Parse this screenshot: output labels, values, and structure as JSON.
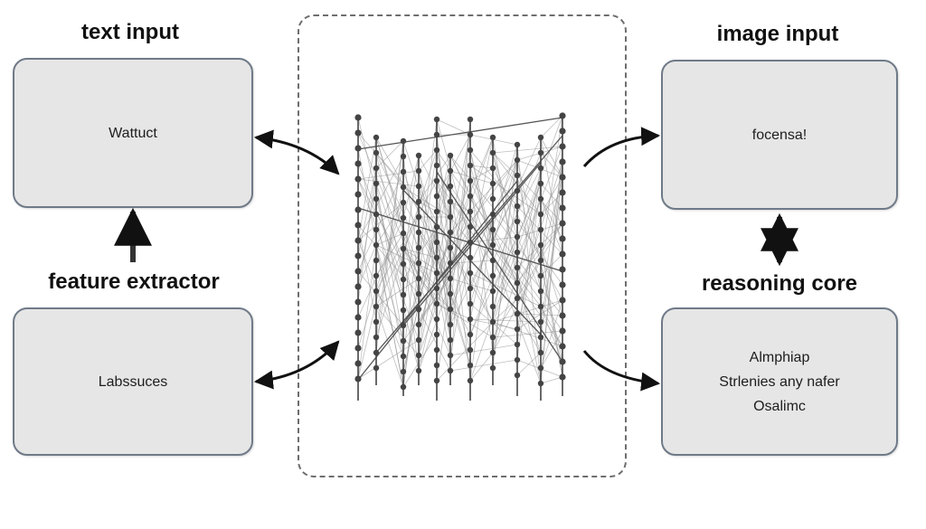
{
  "headings": {
    "text_input": "text input",
    "image_input": "image input",
    "feature_extractor": "feature extractor",
    "reasoning_core": "reasoning core"
  },
  "boxes": {
    "top_left": {
      "lines": [
        "Wattuct"
      ]
    },
    "bottom_left": {
      "lines": [
        "Labssuces"
      ]
    },
    "top_right": {
      "lines": [
        "focensa!"
      ]
    },
    "bottom_right": {
      "lines": [
        "Almphiap",
        "Strlenies any nafer",
        "Osalimc"
      ]
    }
  },
  "colors": {
    "box_fill": "#e6e6e6",
    "box_border": "#6f7a88",
    "arrow": "#111111",
    "node": "#444444",
    "edge": "#8a8a8a",
    "dashed_frame": "#6e6e6e"
  }
}
